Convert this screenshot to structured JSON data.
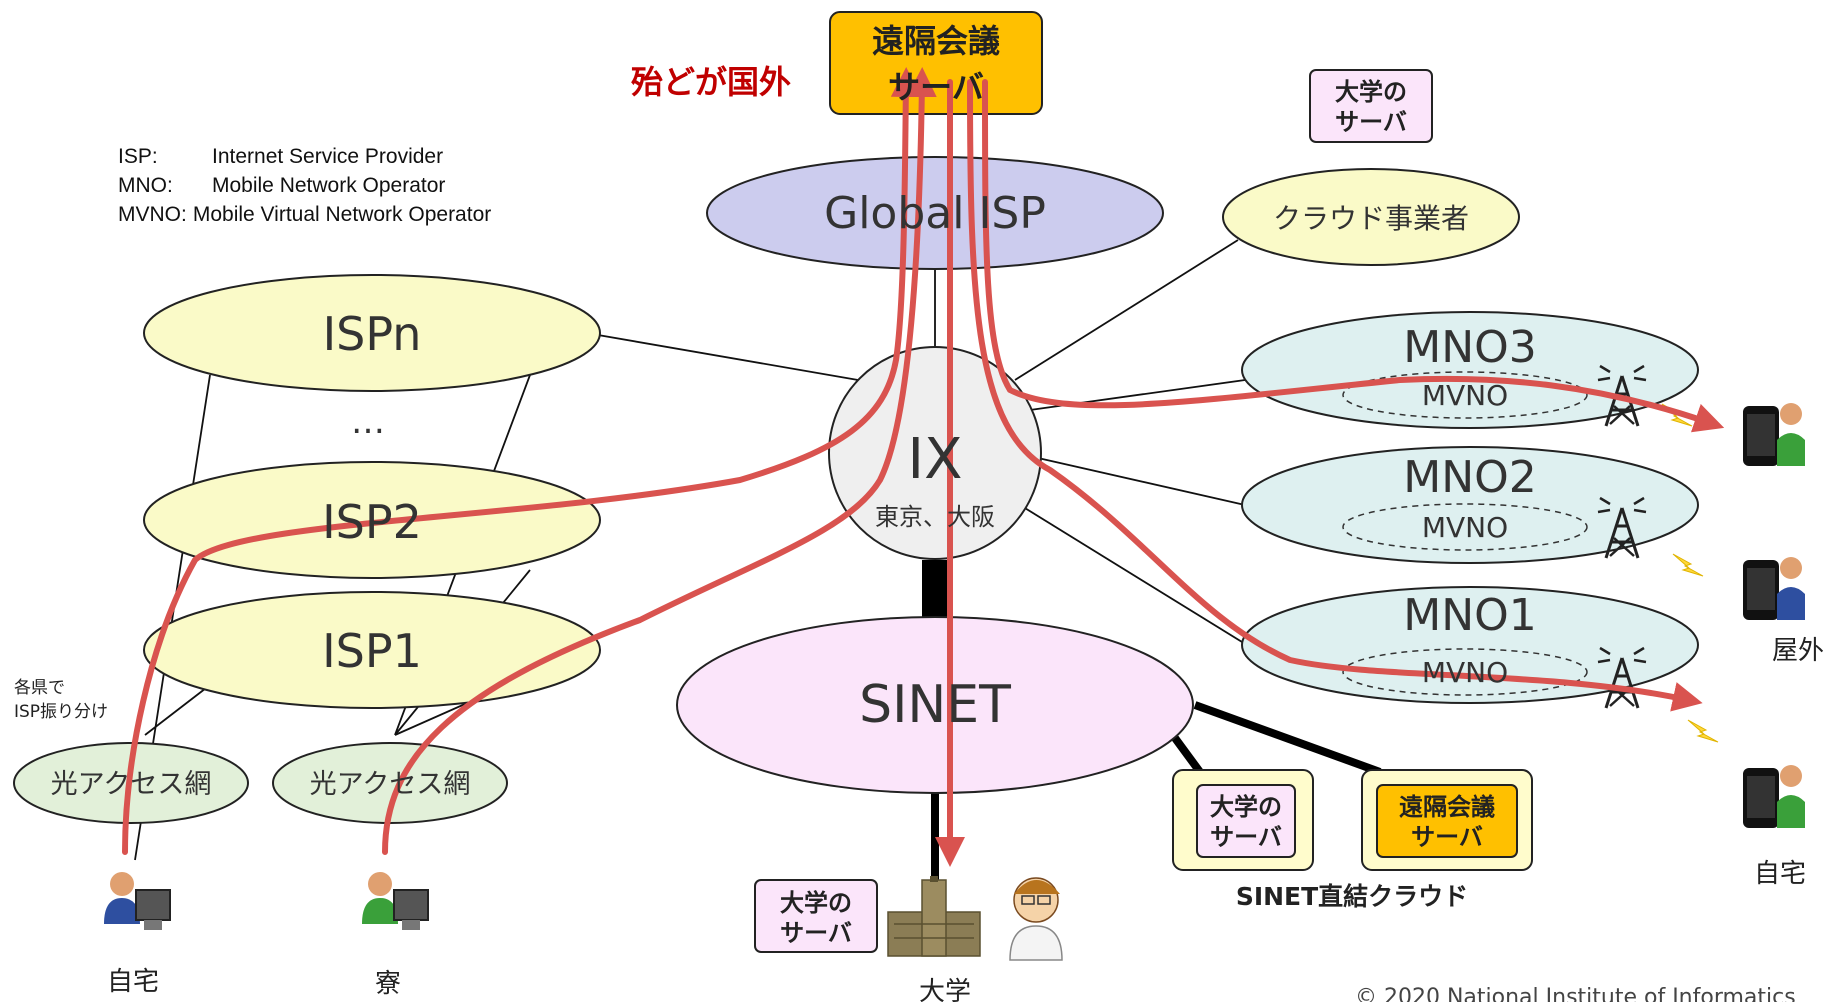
{
  "legend": [
    {
      "abbr": "ISP:",
      "full": "Internet Service Provider"
    },
    {
      "abbr": "MNO:",
      "full": "Mobile Network Operator"
    },
    {
      "abbr": "MVNO:",
      "full": "Mobile Virtual Network Operator"
    }
  ],
  "annotation_overseas": "殆どが国外",
  "top_server": {
    "line1": "遠隔会議",
    "line2": "サーバ"
  },
  "global_isp": "Global ISP",
  "university_server_top": {
    "line1": "大学の",
    "line2": "サーバ"
  },
  "cloud_provider": "クラウド事業者",
  "isp_n": "ISPn",
  "ellipsis": "…",
  "isp_2": "ISP2",
  "isp_1": "ISP1",
  "ix": {
    "label": "IX",
    "sub": "東京、大阪"
  },
  "mno3": {
    "label": "MNO3",
    "mvno": "MVNO"
  },
  "mno2": {
    "label": "MNO2",
    "mvno": "MVNO"
  },
  "mno1": {
    "label": "MNO1",
    "mvno": "MVNO"
  },
  "sinet": "SINET",
  "prefecture_note": {
    "line1": "各県で",
    "line2": "ISP振り分け"
  },
  "fiber_access_1": "光アクセス網",
  "fiber_access_2": "光アクセス網",
  "sinet_cloud": {
    "university_server": {
      "line1": "大学の",
      "line2": "サーバ"
    },
    "conference_server": {
      "line1": "遠隔会議",
      "line2": "サーバ"
    },
    "caption": "SINET直結クラウド"
  },
  "university_server_bottom": {
    "line1": "大学の",
    "line2": "サーバ"
  },
  "endpoints": {
    "home_left": "自宅",
    "dorm": "寮",
    "university": "大学",
    "outdoor": "屋外",
    "home_right": "自宅"
  },
  "copyright": "© 2020 National Institute of Informatics",
  "colors": {
    "red_path": "#d9534f",
    "red_text": "#c00000",
    "orange_box": "#ffc000",
    "isp_fill": "#fafac8",
    "global_isp_fill": "#ccccee",
    "mno_fill": "#def0f0",
    "sinet_fill": "#fbe5fa",
    "fiber_fill": "#e2f0d9",
    "ix_fill": "#efefef"
  }
}
